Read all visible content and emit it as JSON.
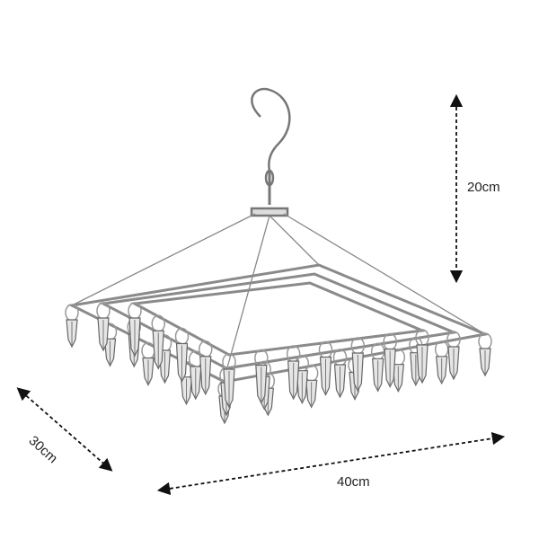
{
  "dimensions": {
    "height": "20cm",
    "depth": "30cm",
    "width": "40cm"
  },
  "colors": {
    "metal": "#9a9a9a",
    "metal_dark": "#555555",
    "arrow": "#111111"
  }
}
